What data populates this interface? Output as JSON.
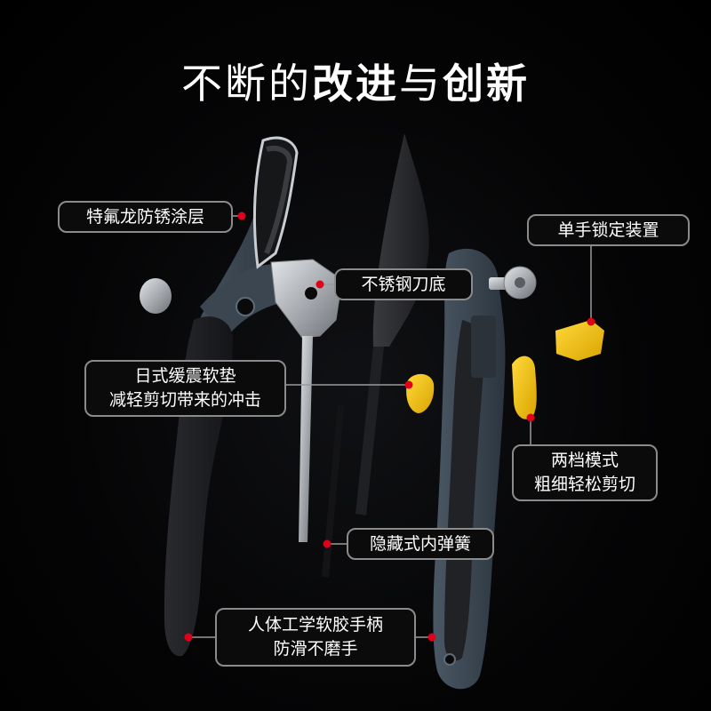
{
  "headline": {
    "part1": "不断的",
    "part2": "改进",
    "part3": "与",
    "part4": "创新"
  },
  "callouts": {
    "teflon_coating": "特氟龙防锈涂层",
    "single_hand_lock": "单手锁定装置",
    "stainless_blade_base": "不锈钢刀底",
    "shock_pad_line1": "日式缓震软垫",
    "shock_pad_line2": "减轻剪切带来的冲击",
    "two_mode_line1": "两档模式",
    "two_mode_line2": "粗细轻松剪切",
    "hidden_spring": "隐藏式内弹簧",
    "grip_line1": "人体工学软胶手柄",
    "grip_line2": "防滑不磨手"
  },
  "colors": {
    "background": "#000000",
    "handle": "#3d4954",
    "grip": "#1c1d20",
    "blade": "#2a2b2e",
    "steel": "#b9bcc0",
    "accent_yellow": "#f6c400",
    "marker_red": "#e0001a",
    "callout_border": "#8b8b8b"
  }
}
